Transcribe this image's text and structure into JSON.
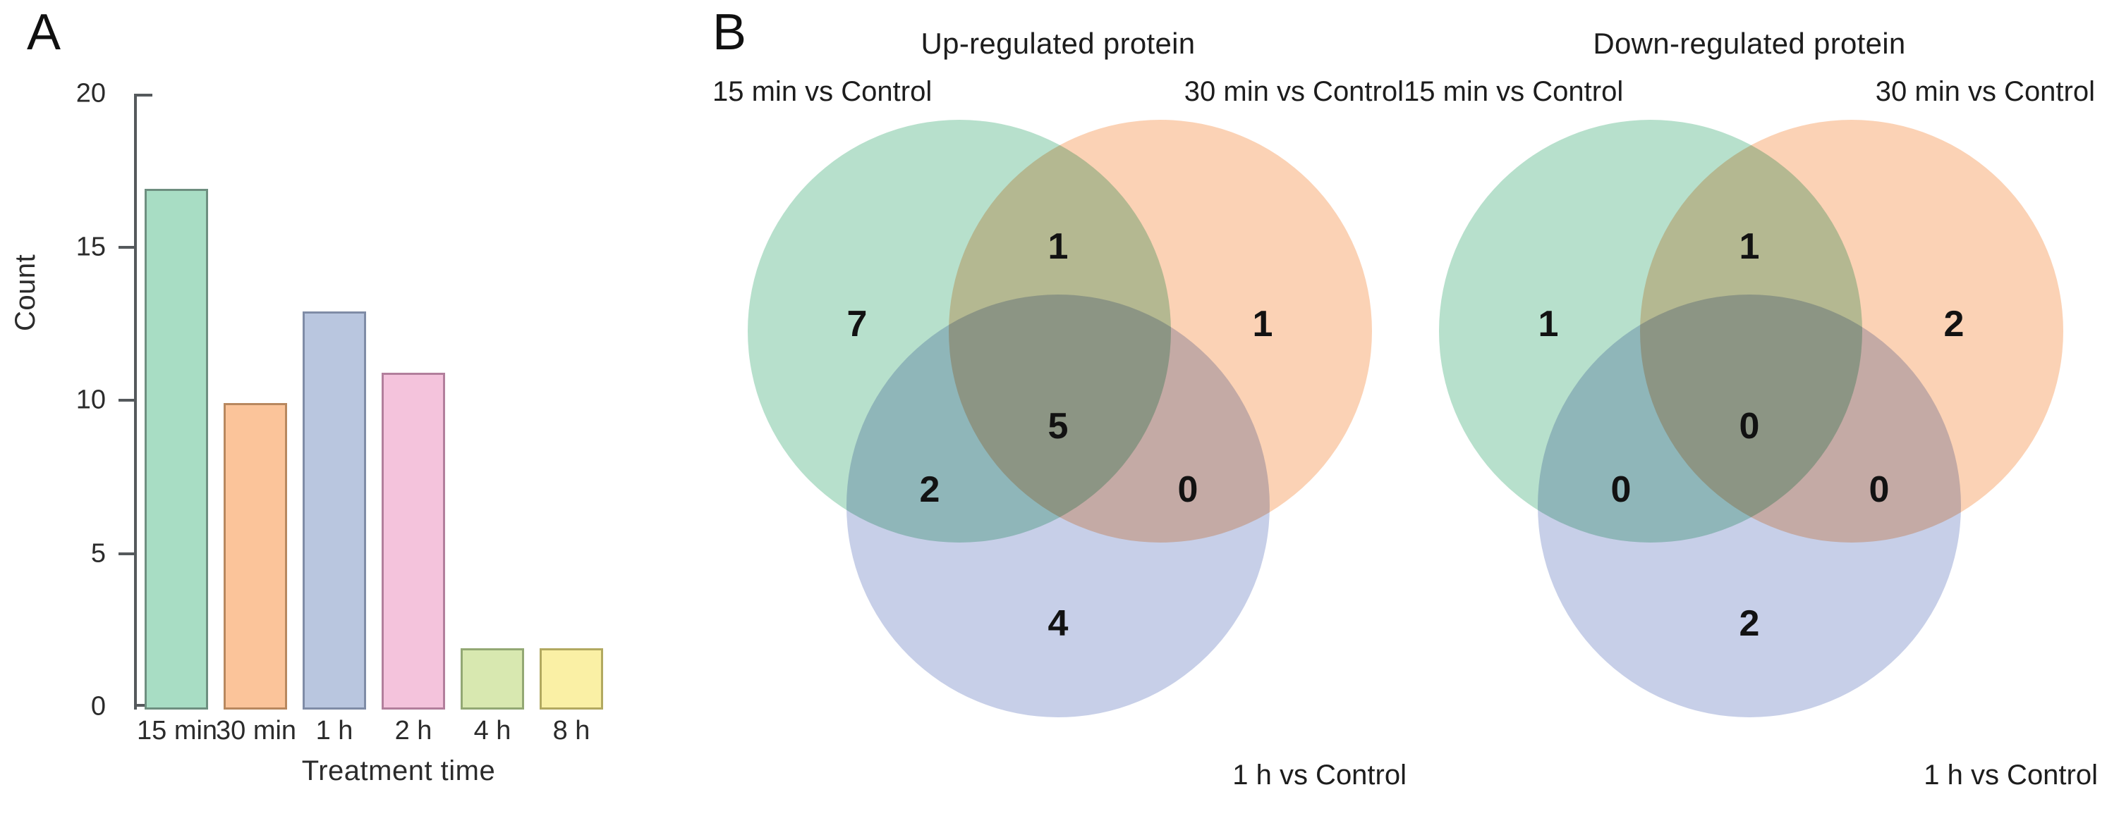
{
  "panels": {
    "a_letter": "A",
    "b_letter": "B"
  },
  "chart_data": [
    {
      "type": "bar",
      "panel": "A",
      "title": "",
      "xlabel": "Treatment time",
      "ylabel": "Count",
      "categories": [
        "15 min",
        "30 min",
        "1 h",
        "2 h",
        "4 h",
        "8 h"
      ],
      "values": [
        17,
        10,
        13,
        11,
        2,
        2
      ],
      "ylim": [
        0,
        20
      ],
      "yticks": [
        "0",
        "5",
        "10",
        "15",
        "20"
      ],
      "ytick_values": [
        0,
        5,
        10,
        15,
        20
      ],
      "grid": false,
      "legend": "none",
      "bar_colors": [
        "#a8ddc4",
        "#fbc49a",
        "#b9c6df",
        "#f4c3dc",
        "#d8e8b0",
        "#faf0a5"
      ],
      "bar_borders": [
        "#6e8f80",
        "#b8885f",
        "#7f8ca6",
        "#b27f9c",
        "#93a874",
        "#b2a960"
      ]
    },
    {
      "type": "venn",
      "panel": "B-left",
      "title": "Up-regulated protein",
      "sets": [
        "15 min vs Control",
        "30 min vs Control",
        "1 h vs Control"
      ],
      "regions": {
        "a_only": 7,
        "ab": 1,
        "b_only": 1,
        "ac": 2,
        "abc": 5,
        "bc": 0,
        "c_only": 4
      },
      "set_colors": [
        "#b7e0cc",
        "#fbd2b5",
        "#c7cfe8"
      ]
    },
    {
      "type": "venn",
      "panel": "B-right",
      "title": "Down-regulated protein",
      "sets": [
        "15 min vs Control",
        "30 min vs Control",
        "1 h vs Control"
      ],
      "regions": {
        "a_only": 1,
        "ab": 1,
        "b_only": 2,
        "ac": 0,
        "abc": 0,
        "bc": 0,
        "c_only": 2
      },
      "set_colors": [
        "#b7e0cc",
        "#fbd2b5",
        "#c7cfe8"
      ]
    }
  ],
  "bar_chart": {
    "ylabel": "Count",
    "xlabel": "Treatment time",
    "ticks": [
      "20",
      "15",
      "10",
      "5",
      "0"
    ],
    "categories": [
      "15 min",
      "30 min",
      "1 h",
      "2 h",
      "4 h",
      "8 h"
    ],
    "values": [
      17,
      10,
      13,
      11,
      2,
      2
    ]
  },
  "venn_up": {
    "title": "Up-regulated protein",
    "label_a": "15 min vs Control",
    "label_b": "30 min vs Control",
    "label_c": "1 h vs Control",
    "a_only": "7",
    "ab": "1",
    "b_only": "1",
    "ac": "2",
    "abc": "5",
    "bc": "0",
    "c_only": "4"
  },
  "venn_down": {
    "title": "Down-regulated protein",
    "label_a": "15 min vs Control",
    "label_b": "30 min vs Control",
    "label_c": "1 h vs Control",
    "a_only": "1",
    "ab": "1",
    "b_only": "2",
    "ac": "0",
    "abc": "0",
    "bc": "0",
    "c_only": "2"
  }
}
